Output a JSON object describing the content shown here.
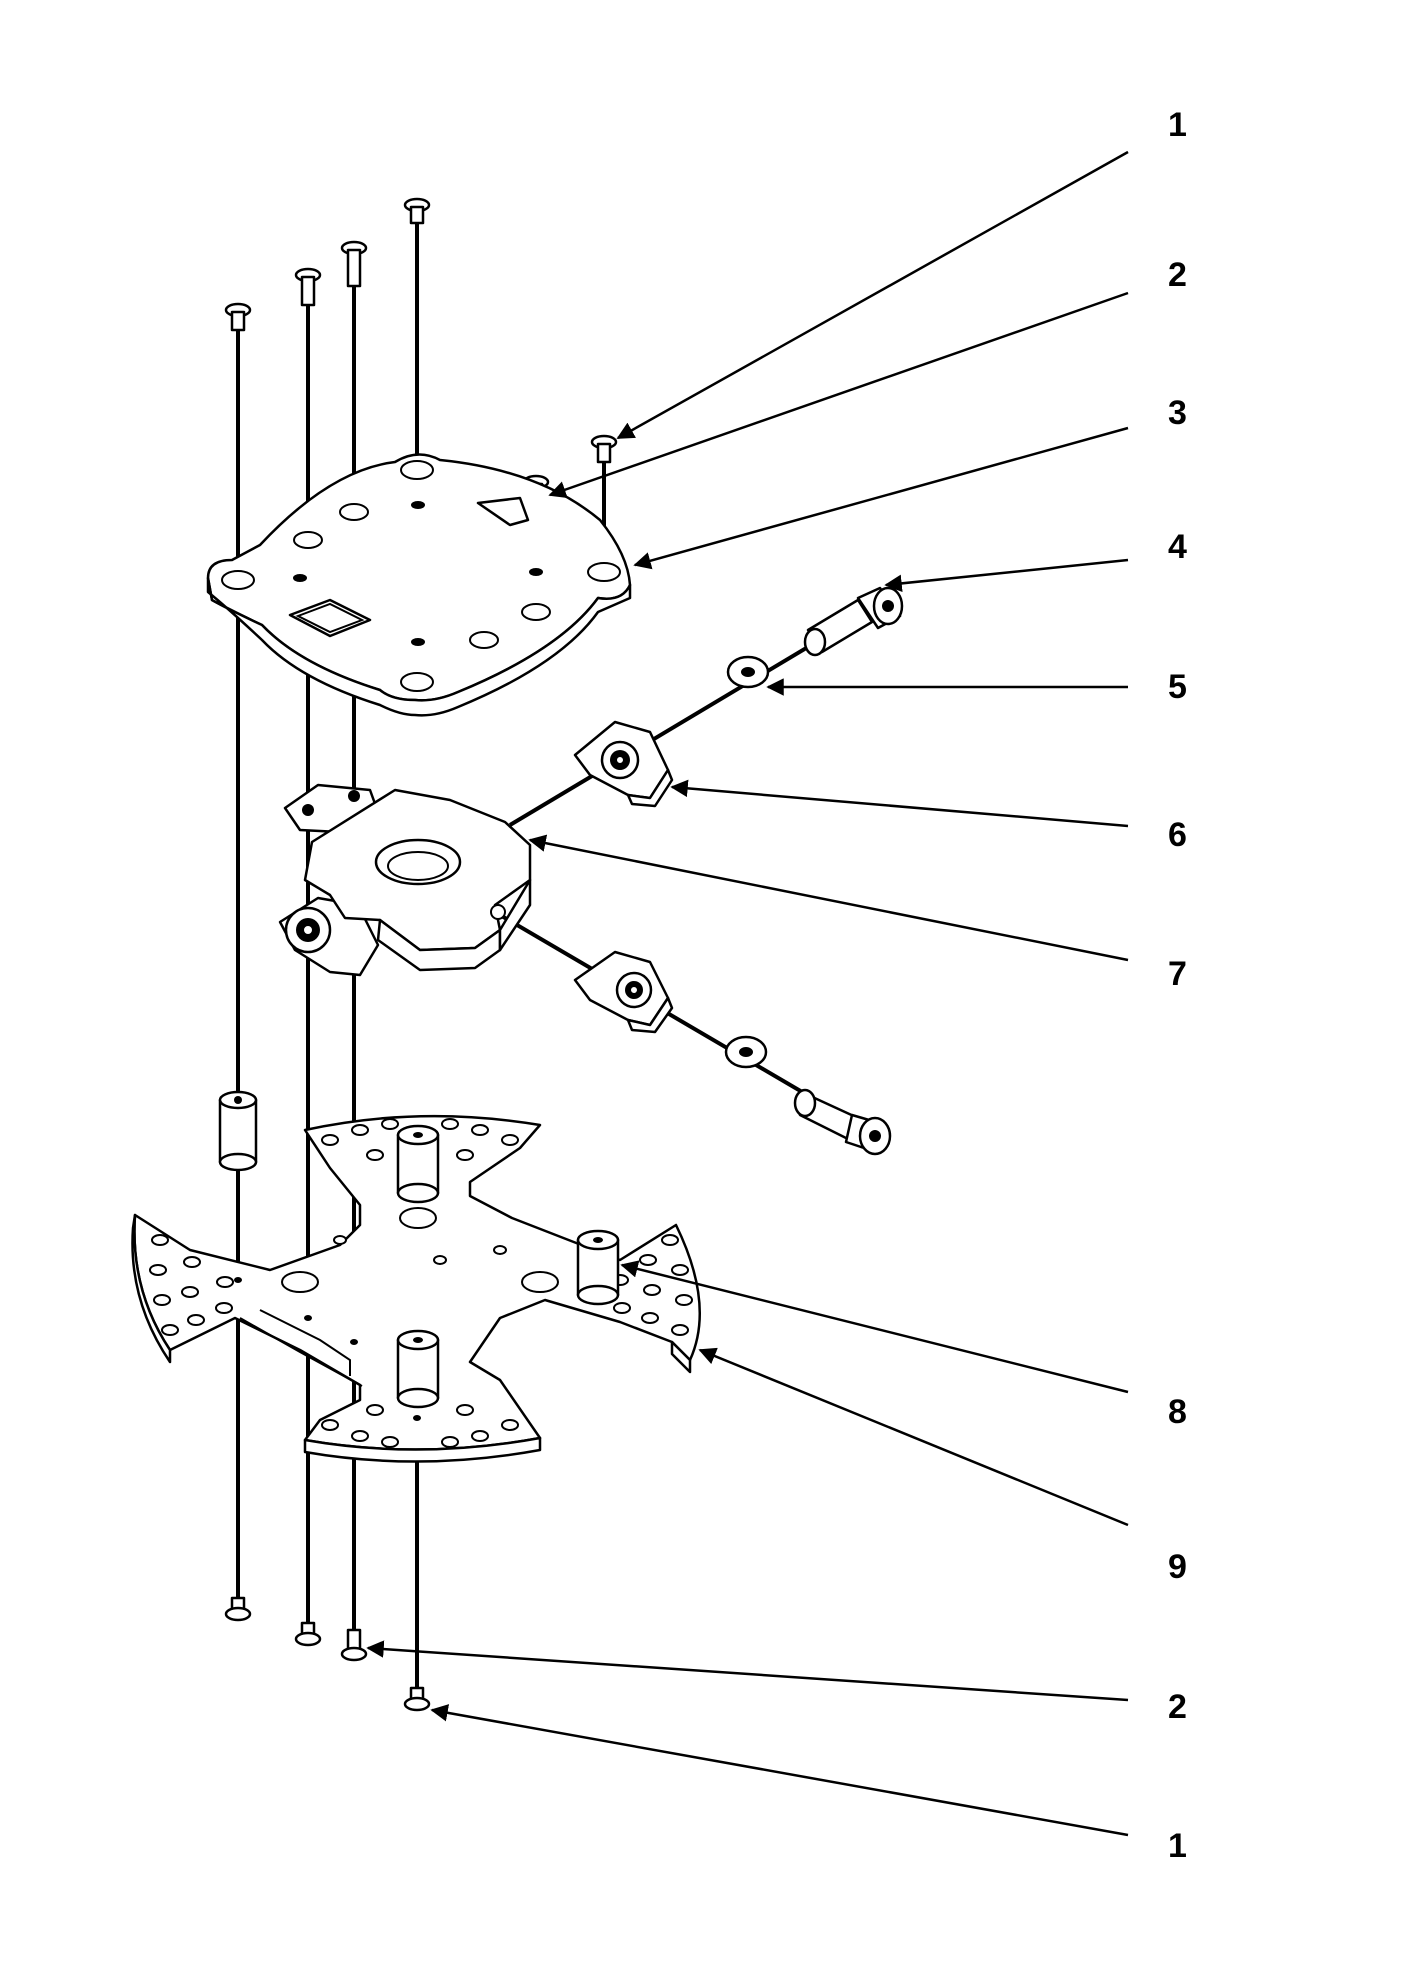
{
  "callouts": [
    {
      "label": "1"
    },
    {
      "label": "2"
    },
    {
      "label": "3"
    },
    {
      "label": "4"
    },
    {
      "label": "5"
    },
    {
      "label": "6"
    },
    {
      "label": "7"
    },
    {
      "label": "8"
    },
    {
      "label": "9"
    },
    {
      "label": "2"
    },
    {
      "label": "1"
    }
  ]
}
